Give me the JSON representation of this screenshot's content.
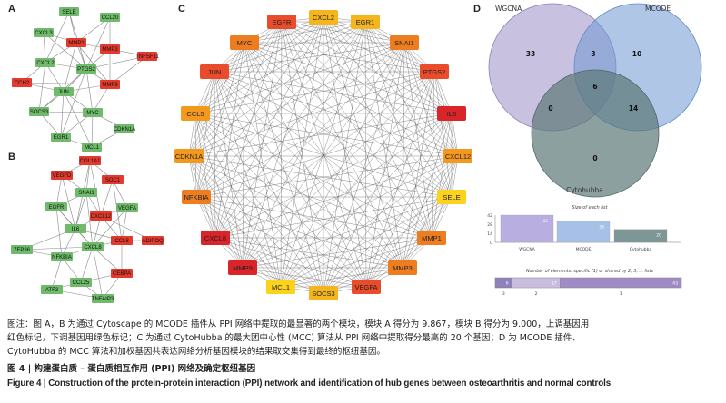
{
  "panels": {
    "A": {
      "label": "A",
      "nodes": [
        {
          "id": "SELE",
          "color": "green"
        },
        {
          "id": "CCL20",
          "color": "green"
        },
        {
          "id": "CXCL3",
          "color": "green"
        },
        {
          "id": "MMP1",
          "color": "red"
        },
        {
          "id": "MMP3",
          "color": "red"
        },
        {
          "id": "TNFSF11",
          "color": "red"
        },
        {
          "id": "CXCL2",
          "color": "green"
        },
        {
          "id": "PTGS2",
          "color": "green"
        },
        {
          "id": "CCH2",
          "color": "red"
        },
        {
          "id": "MMP9",
          "color": "red"
        },
        {
          "id": "JUN",
          "color": "green"
        },
        {
          "id": "SOCS3",
          "color": "green"
        },
        {
          "id": "MYC",
          "color": "green"
        },
        {
          "id": "CDKN1A",
          "color": "green"
        },
        {
          "id": "EGR1",
          "color": "green"
        },
        {
          "id": "MCL1",
          "color": "green"
        }
      ]
    },
    "B": {
      "label": "B",
      "nodes": [
        {
          "id": "COL1A1",
          "color": "red"
        },
        {
          "id": "VEGFD",
          "color": "red"
        },
        {
          "id": "SOC1",
          "color": "red"
        },
        {
          "id": "SNAI1",
          "color": "green"
        },
        {
          "id": "EGFR",
          "color": "green"
        },
        {
          "id": "VEGFA",
          "color": "green"
        },
        {
          "id": "CXCL12",
          "color": "red"
        },
        {
          "id": "IL6",
          "color": "green"
        },
        {
          "id": "CCL8",
          "color": "red"
        },
        {
          "id": "ADIPOQ",
          "color": "red"
        },
        {
          "id": "ZFP36",
          "color": "green"
        },
        {
          "id": "CXCL8",
          "color": "green"
        },
        {
          "id": "NFKBIA",
          "color": "green"
        },
        {
          "id": "CEBPA",
          "color": "red"
        },
        {
          "id": "CCL25",
          "color": "green"
        },
        {
          "id": "ATF3",
          "color": "green"
        },
        {
          "id": "TNFAIP3",
          "color": "green"
        }
      ]
    },
    "C": {
      "label": "C",
      "nodes": [
        {
          "id": "CXCL2",
          "color": "#f5b51c"
        },
        {
          "id": "EGR1",
          "color": "#f5b51c"
        },
        {
          "id": "SNAI1",
          "color": "#ee7d1f"
        },
        {
          "id": "PTGS2",
          "color": "#e84c2a"
        },
        {
          "id": "IL6",
          "color": "#d9252a"
        },
        {
          "id": "CXCL12",
          "color": "#f39a1e"
        },
        {
          "id": "SELE",
          "color": "#fbd21c"
        },
        {
          "id": "MMP1",
          "color": "#ee7d1f"
        },
        {
          "id": "MMP3",
          "color": "#ee7d1f"
        },
        {
          "id": "VEGFA",
          "color": "#e84c2a"
        },
        {
          "id": "SOCS3",
          "color": "#f5b51c"
        },
        {
          "id": "MCL1",
          "color": "#fbd21c"
        },
        {
          "id": "MMP9",
          "color": "#d9252a"
        },
        {
          "id": "CXCL8",
          "color": "#d9252a"
        },
        {
          "id": "NFKBIA",
          "color": "#ee7d1f"
        },
        {
          "id": "CDKN1A",
          "color": "#f39a1e"
        },
        {
          "id": "CCL5",
          "color": "#f39a1e"
        },
        {
          "id": "JUN",
          "color": "#e84c2a"
        },
        {
          "id": "MYC",
          "color": "#ee7d1f"
        },
        {
          "id": "EGFR",
          "color": "#e84c2a"
        }
      ]
    },
    "D": {
      "label": "D",
      "venn": {
        "sets": [
          "WGCNA",
          "MCODE",
          "Cytohubba"
        ],
        "regions": {
          "wgcna_only": "33",
          "wgcna_mcode": "3",
          "mcode_only": "10",
          "all_three": "6",
          "wgcna_cyto": "0",
          "mcode_cyto": "14",
          "cyto_only": "0"
        }
      },
      "upset_title": "Size of each list",
      "upset_yticks": [
        "42",
        "28",
        "14",
        "0"
      ],
      "upset_bars": [
        {
          "name": "WGCNA",
          "value": 42
        },
        {
          "name": "MCODE",
          "value": 33
        },
        {
          "name": "Cytohubba",
          "value": 20
        }
      ],
      "upset_subtitle": "Number of elements: specific (1) or shared by 2, 3, ... lists",
      "upset_bottom": [
        {
          "label": "3",
          "value": 6
        },
        {
          "label": "2",
          "value": 17
        },
        {
          "label": "1",
          "value": 43
        }
      ]
    }
  },
  "caption": {
    "note1": "图注：图 A，B 为通过 Cytoscape 的 MCODE 插件从 PPI 网络中提取的最显著的两个模块，模块 A 得分为 9.867，模块 B 得分为 9.000，上调基因用",
    "note2": "红色标记，下调基因用绿色标记；C 为通过 CytoHubba 的最大团中心性 (MCC) 算法从 PPI 网络中提取得分最高的 20 个基因；D 为 MCODE 插件、",
    "note3": "CytoHubba 的 MCC 算法和加权基因共表达网络分析基因模块的结果取交集得到最终的枢纽基因。",
    "title_cn": "图 4  |  构建蛋白质 – 蛋白质相互作用 (PPI) 网络及确定枢纽基因",
    "title_en": "Figure 4  |  Construction of the protein-protein interaction (PPI) network and identification of hub genes between osteoarthritis and normal controls"
  }
}
